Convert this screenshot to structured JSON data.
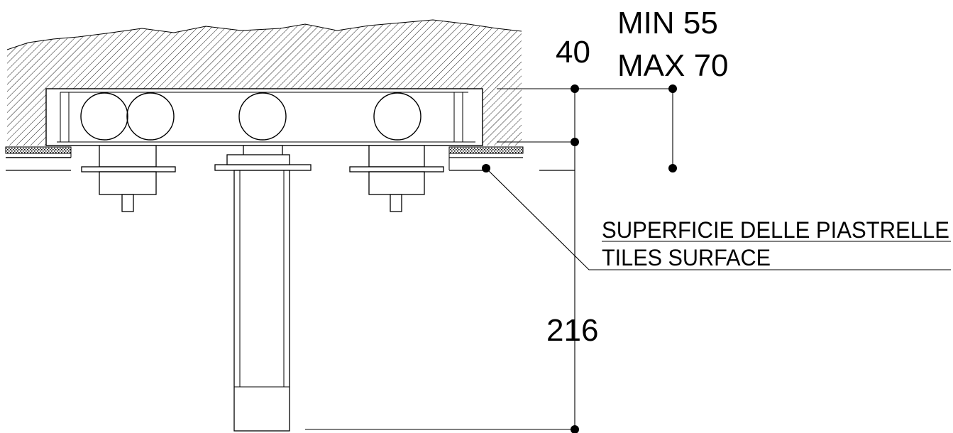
{
  "dimensions": {
    "depth": "40",
    "range_min": "MIN 55",
    "range_max": "MAX 70",
    "spout_length": "216"
  },
  "labels": {
    "tiles_surface_it": "SUPERFICIE DELLE PIASTRELLE",
    "tiles_surface_en": "TILES SURFACE"
  },
  "colors": {
    "line": "#000000",
    "background": "#ffffff"
  }
}
